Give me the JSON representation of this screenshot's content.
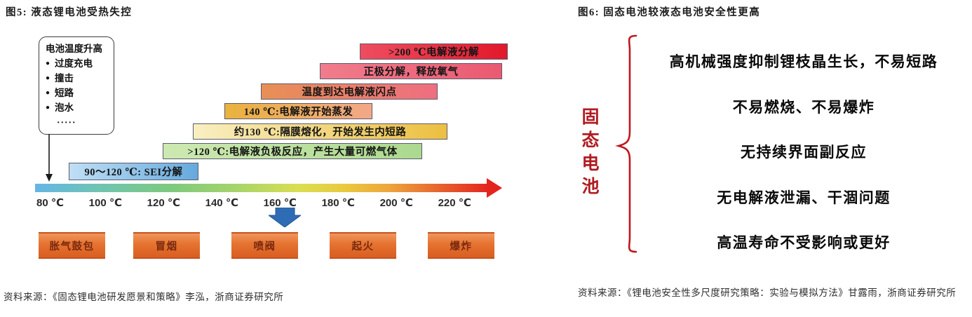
{
  "figure5": {
    "title": "图5: 液态锂电池受热失控",
    "trigger_box": {
      "title": "电池温度升高",
      "items": [
        "过度充电",
        "撞击",
        "短路",
        "泡水"
      ],
      "ellipsis": "·····"
    },
    "stages": [
      {
        "label": ">200 ℃电解液分解",
        "color_start": "#ee4e60",
        "color_end": "#e2182b"
      },
      {
        "label": "正极分解，释放氧气",
        "color_start": "#f07c8c",
        "color_end": "#ea5a72"
      },
      {
        "label": "温度到达电解液闪点",
        "color_start": "#e79055",
        "color_end": "#ee6e80"
      },
      {
        "label": "140 ℃:电解液开始蒸发",
        "color_start": "#eab23d",
        "color_end": "#f2a888"
      },
      {
        "label": "约130 ℃:隔膜熔化，开始发生内短路",
        "color_start": "#f9efc2",
        "color_end": "#ecbf40"
      },
      {
        "label": ">120 ℃:电解液负极反应，产生大量可燃气体",
        "color_start": "#cde9b2",
        "color_end": "#abd98e"
      },
      {
        "label": "90～120 ℃: SEI分解",
        "color_start": "#bfdff5",
        "color_end": "#66a9dd"
      }
    ],
    "axis": {
      "labels": [
        "80 ℃",
        "100 ℃",
        "120 ℃",
        "140 ℃",
        "160 ℃",
        "180 ℃",
        "200 ℃",
        "220 ℃"
      ],
      "range_c": [
        80,
        220
      ]
    },
    "outcomes": [
      "胀气鼓包",
      "冒烟",
      "喷阀",
      "起火",
      "爆炸"
    ],
    "source": "资料来源：《固态锂电池研发愿景和策略》李泓，浙商证券研究所"
  },
  "figure6": {
    "title": "图6: 固态电池较液态电池安全性更高",
    "subject": "固态电池",
    "accent_color": "#b01c22",
    "brace_color": "#c0181e",
    "benefits": [
      "高机械强度抑制锂枝晶生长，不易短路",
      "不易燃烧、不易爆炸",
      "无持续界面副反应",
      "无电解液泄漏、干涸问题",
      "高温寿命不受影响或更好"
    ],
    "source": "资料来源：《锂电池安全性多尺度研究策略：实验与模拟方法》甘露雨，浙商证券研究所"
  }
}
